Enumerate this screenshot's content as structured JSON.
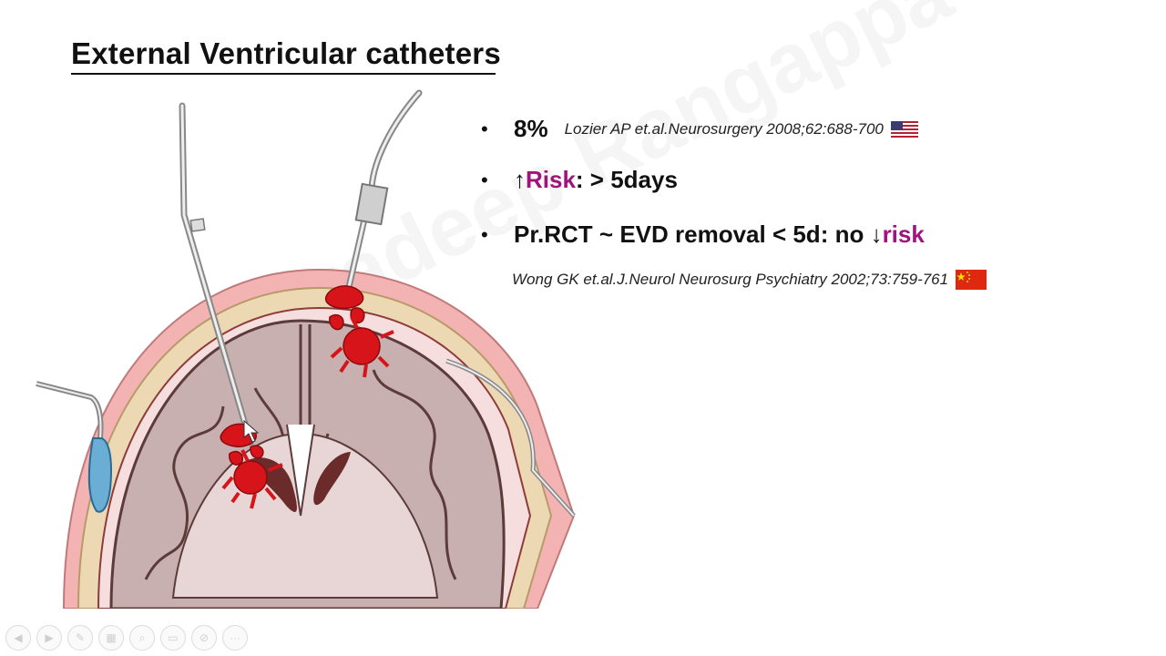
{
  "slide": {
    "title": "External Ventricular catheters",
    "watermark": "Dr Pradeep Rangappa",
    "bullets": [
      {
        "main": "8%",
        "citation": "Lozier AP et.al.Neurosurgery 2008;62:688-700",
        "flag": "us-flag-icon"
      },
      {
        "arrow": "↑",
        "accent": "Risk",
        "rest": ": > 5days"
      },
      {
        "main": "Pr.RCT ~ EVD removal < 5d: no ",
        "arrow": "↓",
        "accent": "risk"
      }
    ],
    "citation2": "Wong GK et.al.J.Neurol Neurosurg Psychiatry 2002;73:759-761",
    "citation2_flag": "china-flag-icon"
  },
  "colors": {
    "accent": "#a0137e",
    "blood": "#d7141a",
    "skin": "#f2a7a7",
    "bone": "#ecd9b4",
    "brain": "#c9b0b0"
  },
  "toolbar": {
    "buttons": [
      "previous-slide-icon",
      "next-slide-icon",
      "pen-icon",
      "slides-icon",
      "zoom-icon",
      "subtitles-icon",
      "camera-off-icon",
      "more-icon"
    ]
  }
}
